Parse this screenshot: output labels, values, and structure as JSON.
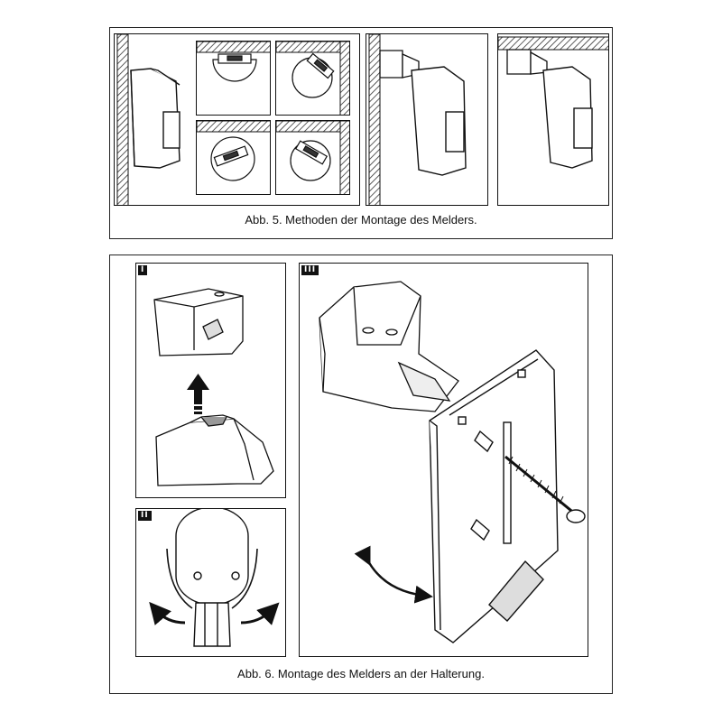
{
  "figure5": {
    "caption": "Abb. 5. Methoden der Montage des Melders."
  },
  "figure6": {
    "caption": "Abb. 6. Montage des Melders an der Halterung.",
    "steps": {
      "one": "I",
      "two": "II",
      "three": "III"
    }
  },
  "colors": {
    "line": "#111111",
    "hatch": "#555555",
    "background": "#ffffff"
  },
  "icons": {
    "wall": "hatched-wall-icon",
    "detector": "motion-detector-icon",
    "bracket": "mounting-bracket-icon",
    "arrow": "rotation-arrow-icon",
    "screw": "screw-icon"
  }
}
